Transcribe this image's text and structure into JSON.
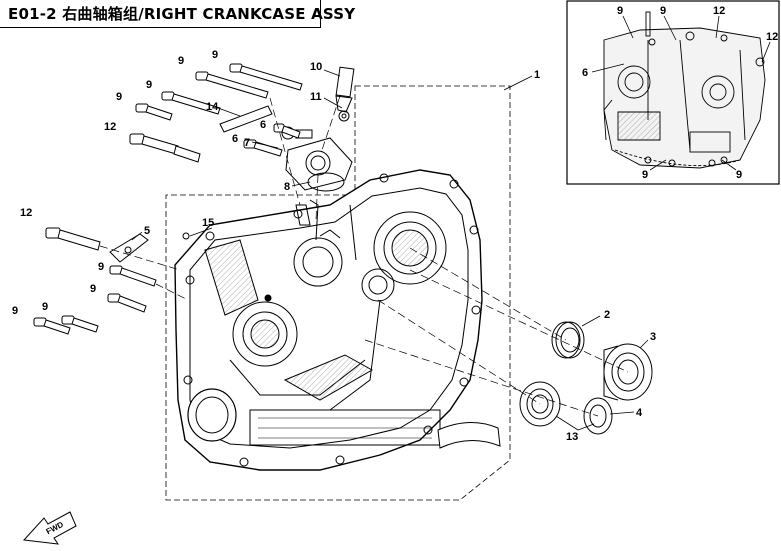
{
  "title": "E01-2 右曲轴箱组/RIGHT CRANKCASE ASSY",
  "fwd_label": "FWD",
  "callouts": [
    {
      "id": "c1",
      "label": "1"
    },
    {
      "id": "c2",
      "label": "2"
    },
    {
      "id": "c3",
      "label": "3"
    },
    {
      "id": "c4",
      "label": "4"
    },
    {
      "id": "c5",
      "label": "5"
    },
    {
      "id": "c6a",
      "label": "6"
    },
    {
      "id": "c6b",
      "label": "6"
    },
    {
      "id": "c6i",
      "label": "6"
    },
    {
      "id": "c7",
      "label": "7"
    },
    {
      "id": "c8",
      "label": "8"
    },
    {
      "id": "c9a",
      "label": "9"
    },
    {
      "id": "c9b",
      "label": "9"
    },
    {
      "id": "c9c",
      "label": "9"
    },
    {
      "id": "c9d",
      "label": "9"
    },
    {
      "id": "c9e",
      "label": "9"
    },
    {
      "id": "c9f",
      "label": "9"
    },
    {
      "id": "c9g",
      "label": "9"
    },
    {
      "id": "c9h",
      "label": "9"
    },
    {
      "id": "c9i1",
      "label": "9"
    },
    {
      "id": "c9i2",
      "label": "9"
    },
    {
      "id": "c9i3",
      "label": "9"
    },
    {
      "id": "c9i4",
      "label": "9"
    },
    {
      "id": "c10",
      "label": "10"
    },
    {
      "id": "c11",
      "label": "11"
    },
    {
      "id": "c12a",
      "label": "12"
    },
    {
      "id": "c12b",
      "label": "12"
    },
    {
      "id": "c12i1",
      "label": "12"
    },
    {
      "id": "c12i2",
      "label": "12"
    },
    {
      "id": "c13",
      "label": "13"
    },
    {
      "id": "c14",
      "label": "14"
    },
    {
      "id": "c15",
      "label": "15"
    }
  ],
  "colors": {
    "ink": "#000000",
    "paper": "#ffffff",
    "shade": "#d8d8d8"
  }
}
